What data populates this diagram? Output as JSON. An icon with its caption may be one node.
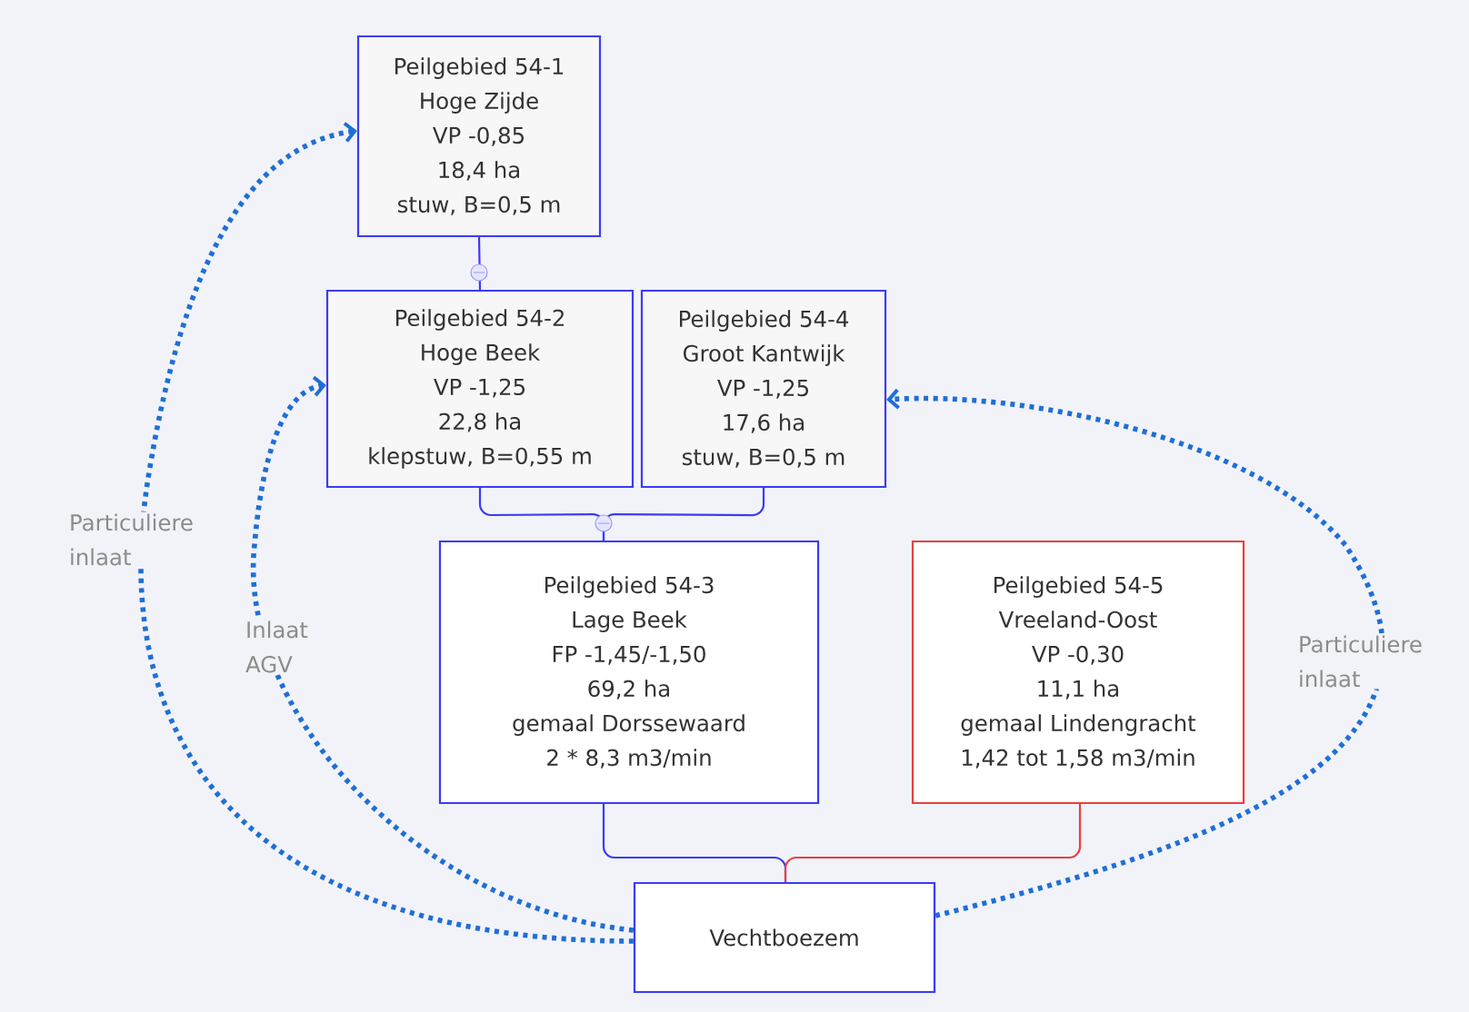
{
  "diagram": {
    "nodes": [
      {
        "text": [
          "Peilgebied 54-1",
          "Hoge Zijde",
          "VP -0,85",
          "18,4 ha",
          "stuw, B=0,5 m"
        ]
      },
      {
        "text": [
          "Peilgebied 54-2",
          "Hoge Beek",
          "VP -1,25",
          "22,8 ha",
          "klepstuw, B=0,55 m"
        ]
      },
      {
        "text": [
          "Peilgebied 54-4",
          "Groot Kantwijk",
          "VP -1,25",
          "17,6 ha",
          "stuw, B=0,5 m"
        ]
      },
      {
        "text": [
          "Peilgebied 54-3",
          "Lage Beek",
          "FP -1,45/-1,50",
          "69,2 ha",
          "gemaal Dorssewaard",
          "2 * 8,3 m3/min"
        ]
      },
      {
        "text": [
          "Peilgebied 54-5",
          "Vreeland-Oost",
          "VP -0,30",
          "11,1 ha",
          "gemaal Lindengracht",
          "1,42 tot 1,58 m3/min"
        ]
      },
      {
        "text": [
          "Vechtboezem"
        ]
      }
    ],
    "edges": [
      {
        "from": 0,
        "to": 1,
        "arrow": "none"
      },
      {
        "from": 1,
        "to": 3,
        "arrow": "none"
      },
      {
        "from": 2,
        "to": 3,
        "arrow": "none"
      },
      {
        "from": 3,
        "to": 5,
        "arrow": "none"
      },
      {
        "from": 4,
        "to": 5,
        "arrow": "none",
        "color": "#e8403f"
      },
      {
        "from": 5,
        "to": 0,
        "arrow": "to",
        "label": "Particuliere inlaat",
        "style": "dashed",
        "color": "#1f6fd6"
      },
      {
        "from": 5,
        "to": 1,
        "arrow": "to",
        "label": "Inlaat AGV",
        "style": "dashed",
        "color": "#1f6fd6"
      },
      {
        "from": 5,
        "to": 2,
        "arrow": "to",
        "label": "Particuliere inlaat",
        "style": "dashed",
        "color": "#1f6fd6"
      }
    ]
  }
}
